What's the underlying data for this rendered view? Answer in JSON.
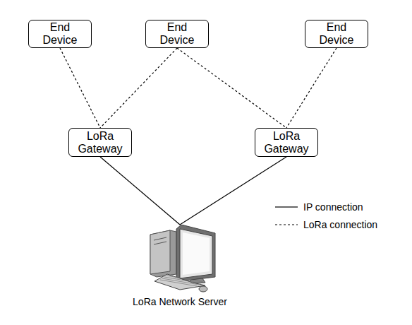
{
  "diagram": {
    "nodes": [
      {
        "text": [
          "End Device"
        ]
      },
      {
        "text": [
          "End Device"
        ]
      },
      {
        "text": [
          "End Device"
        ]
      },
      {
        "text": [
          "LoRa Gateway"
        ]
      },
      {
        "text": [
          "LoRa Gateway"
        ]
      },
      {
        "text": [
          "LoRa Network Server"
        ]
      }
    ],
    "edges": [
      {
        "from": 0,
        "to": 3,
        "arrow": "none"
      },
      {
        "from": 1,
        "to": 3,
        "arrow": "none"
      },
      {
        "from": 1,
        "to": 4,
        "arrow": "none"
      },
      {
        "from": 2,
        "to": 4,
        "arrow": "none"
      },
      {
        "from": 3,
        "to": 5,
        "arrow": "none"
      },
      {
        "from": 4,
        "to": 5,
        "arrow": "none"
      }
    ],
    "legend": [
      {
        "text": "IP connection"
      },
      {
        "text": "LoRa connection"
      }
    ]
  }
}
